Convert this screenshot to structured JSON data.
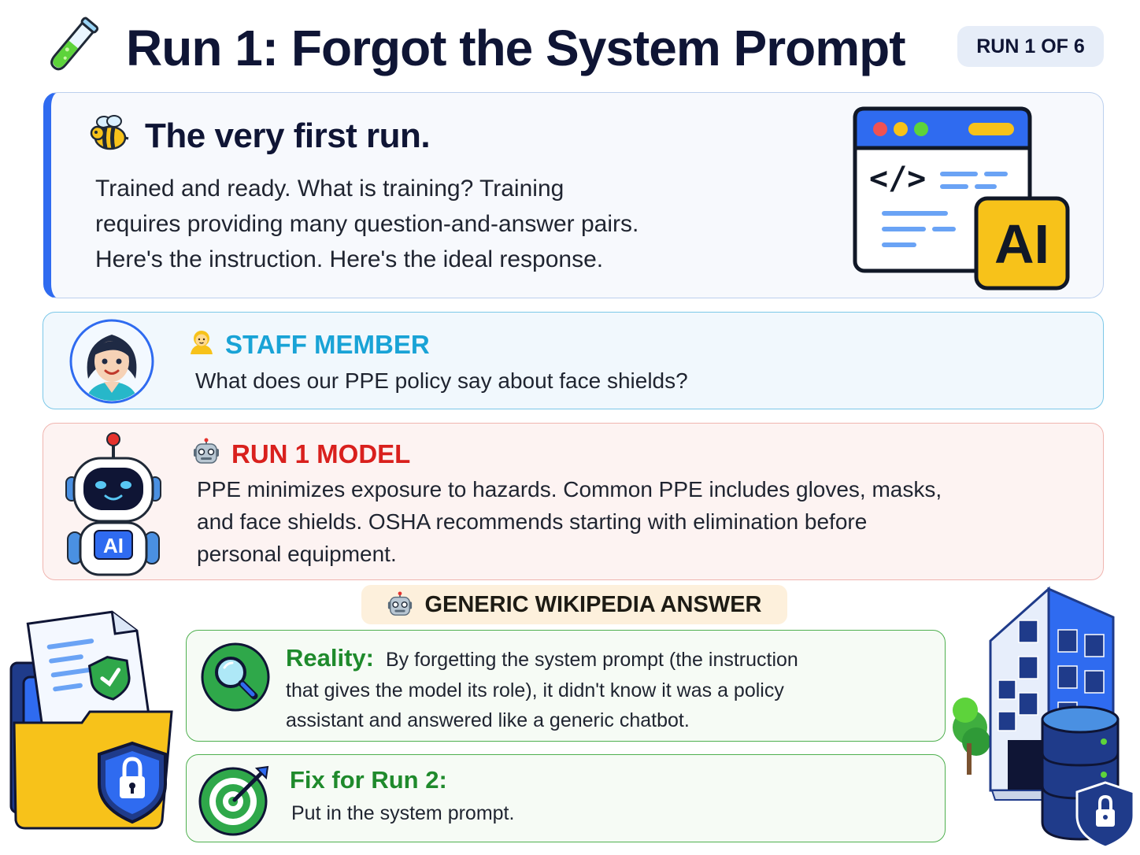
{
  "header": {
    "title": "Run 1: Forgot the System Prompt",
    "badge": "RUN 1 OF 6"
  },
  "intro": {
    "heading": "The very first run.",
    "lines": [
      "Trained and ready. What is training? Training",
      "requires providing many question-and-answer pairs.",
      "Here's the instruction. Here's the ideal response."
    ],
    "illustration_code_glyph": "</>",
    "illustration_ai_label": "AI"
  },
  "staff": {
    "label": "STAFF MEMBER",
    "text": "What does our PPE policy say about face shields?"
  },
  "model": {
    "label": "RUN 1 MODEL",
    "avatar_label": "AI",
    "lines": [
      "PPE minimizes exposure to hazards. Common PPE includes gloves, masks,",
      "and face shields. OSHA recommends starting with elimination before",
      "personal equipment."
    ]
  },
  "generic_badge": {
    "label": "GENERIC WIKIPEDIA ANSWER"
  },
  "reality": {
    "heading": "Reality:",
    "lines": [
      "By forgetting the system prompt (the instruction",
      "that gives the model its role), it didn't know it was a policy",
      "assistant and answered like a generic chatbot."
    ]
  },
  "fix": {
    "heading": "Fix for Run 2:",
    "text": "Put in the system prompt."
  },
  "colors": {
    "title": "#0f1535",
    "accent_blue": "#2f6bf0",
    "staff_cyan": "#19a3d6",
    "model_red": "#d9201d",
    "reality_green": "#1f8a2c",
    "ai_yellow": "#f7c21a"
  },
  "icons": {
    "title": "test-tube-icon",
    "intro": "bee-icon",
    "staff": "woman-emoji-icon",
    "model": "robot-emoji-icon",
    "reality": "magnifier-icon",
    "fix": "target-icon"
  }
}
